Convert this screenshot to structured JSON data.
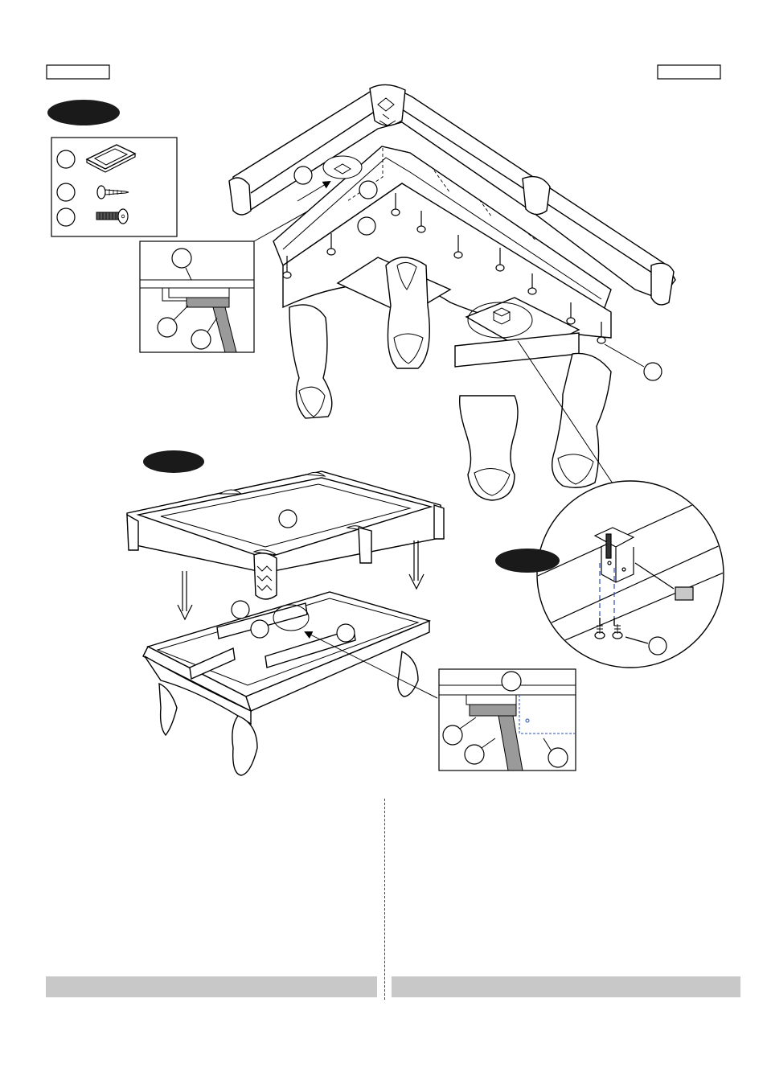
{
  "page": {
    "header_boxes": [
      "left-page-label-box",
      "right-page-label-box"
    ],
    "step_badges": [
      "step-badge-1",
      "step-badge-2",
      "step-badge-3"
    ],
    "sections": [
      "left-text-column",
      "right-text-column"
    ]
  },
  "icons": {
    "bracket": "corner-bracket-icon",
    "screw_short": "wood-screw-icon",
    "screw_long": "machine-bolt-icon"
  },
  "colors": {
    "ink": "#000000",
    "badge": "#1a1a1a",
    "felt_strip": "#9a9a9a",
    "bar": "#c8c8c8",
    "callout_blue": "#2a4fb5"
  }
}
